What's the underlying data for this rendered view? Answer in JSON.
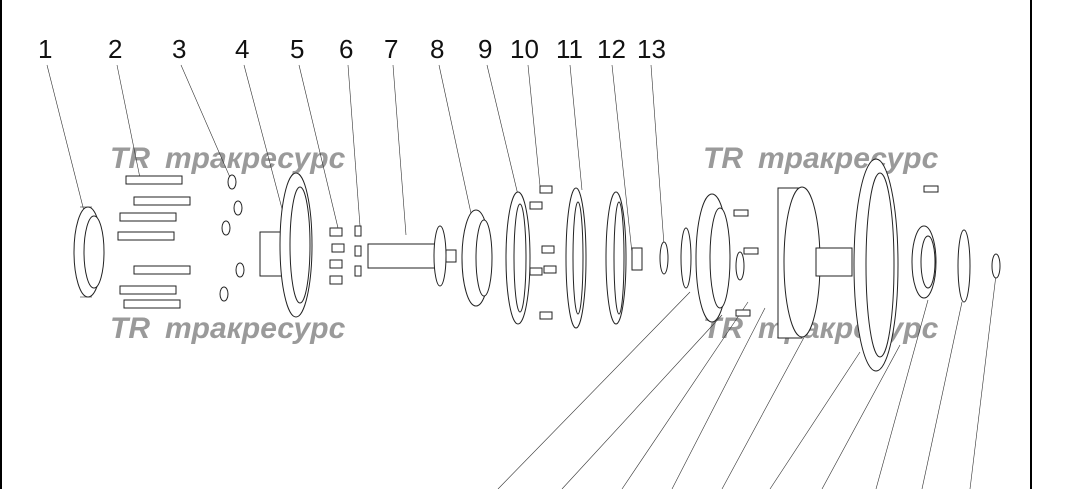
{
  "labels": [
    "1",
    "2",
    "3",
    "4",
    "5",
    "6",
    "7",
    "8",
    "9",
    "10",
    "11",
    "12",
    "13"
  ],
  "watermark": {
    "logo": "TR",
    "text": "тракресурс"
  }
}
